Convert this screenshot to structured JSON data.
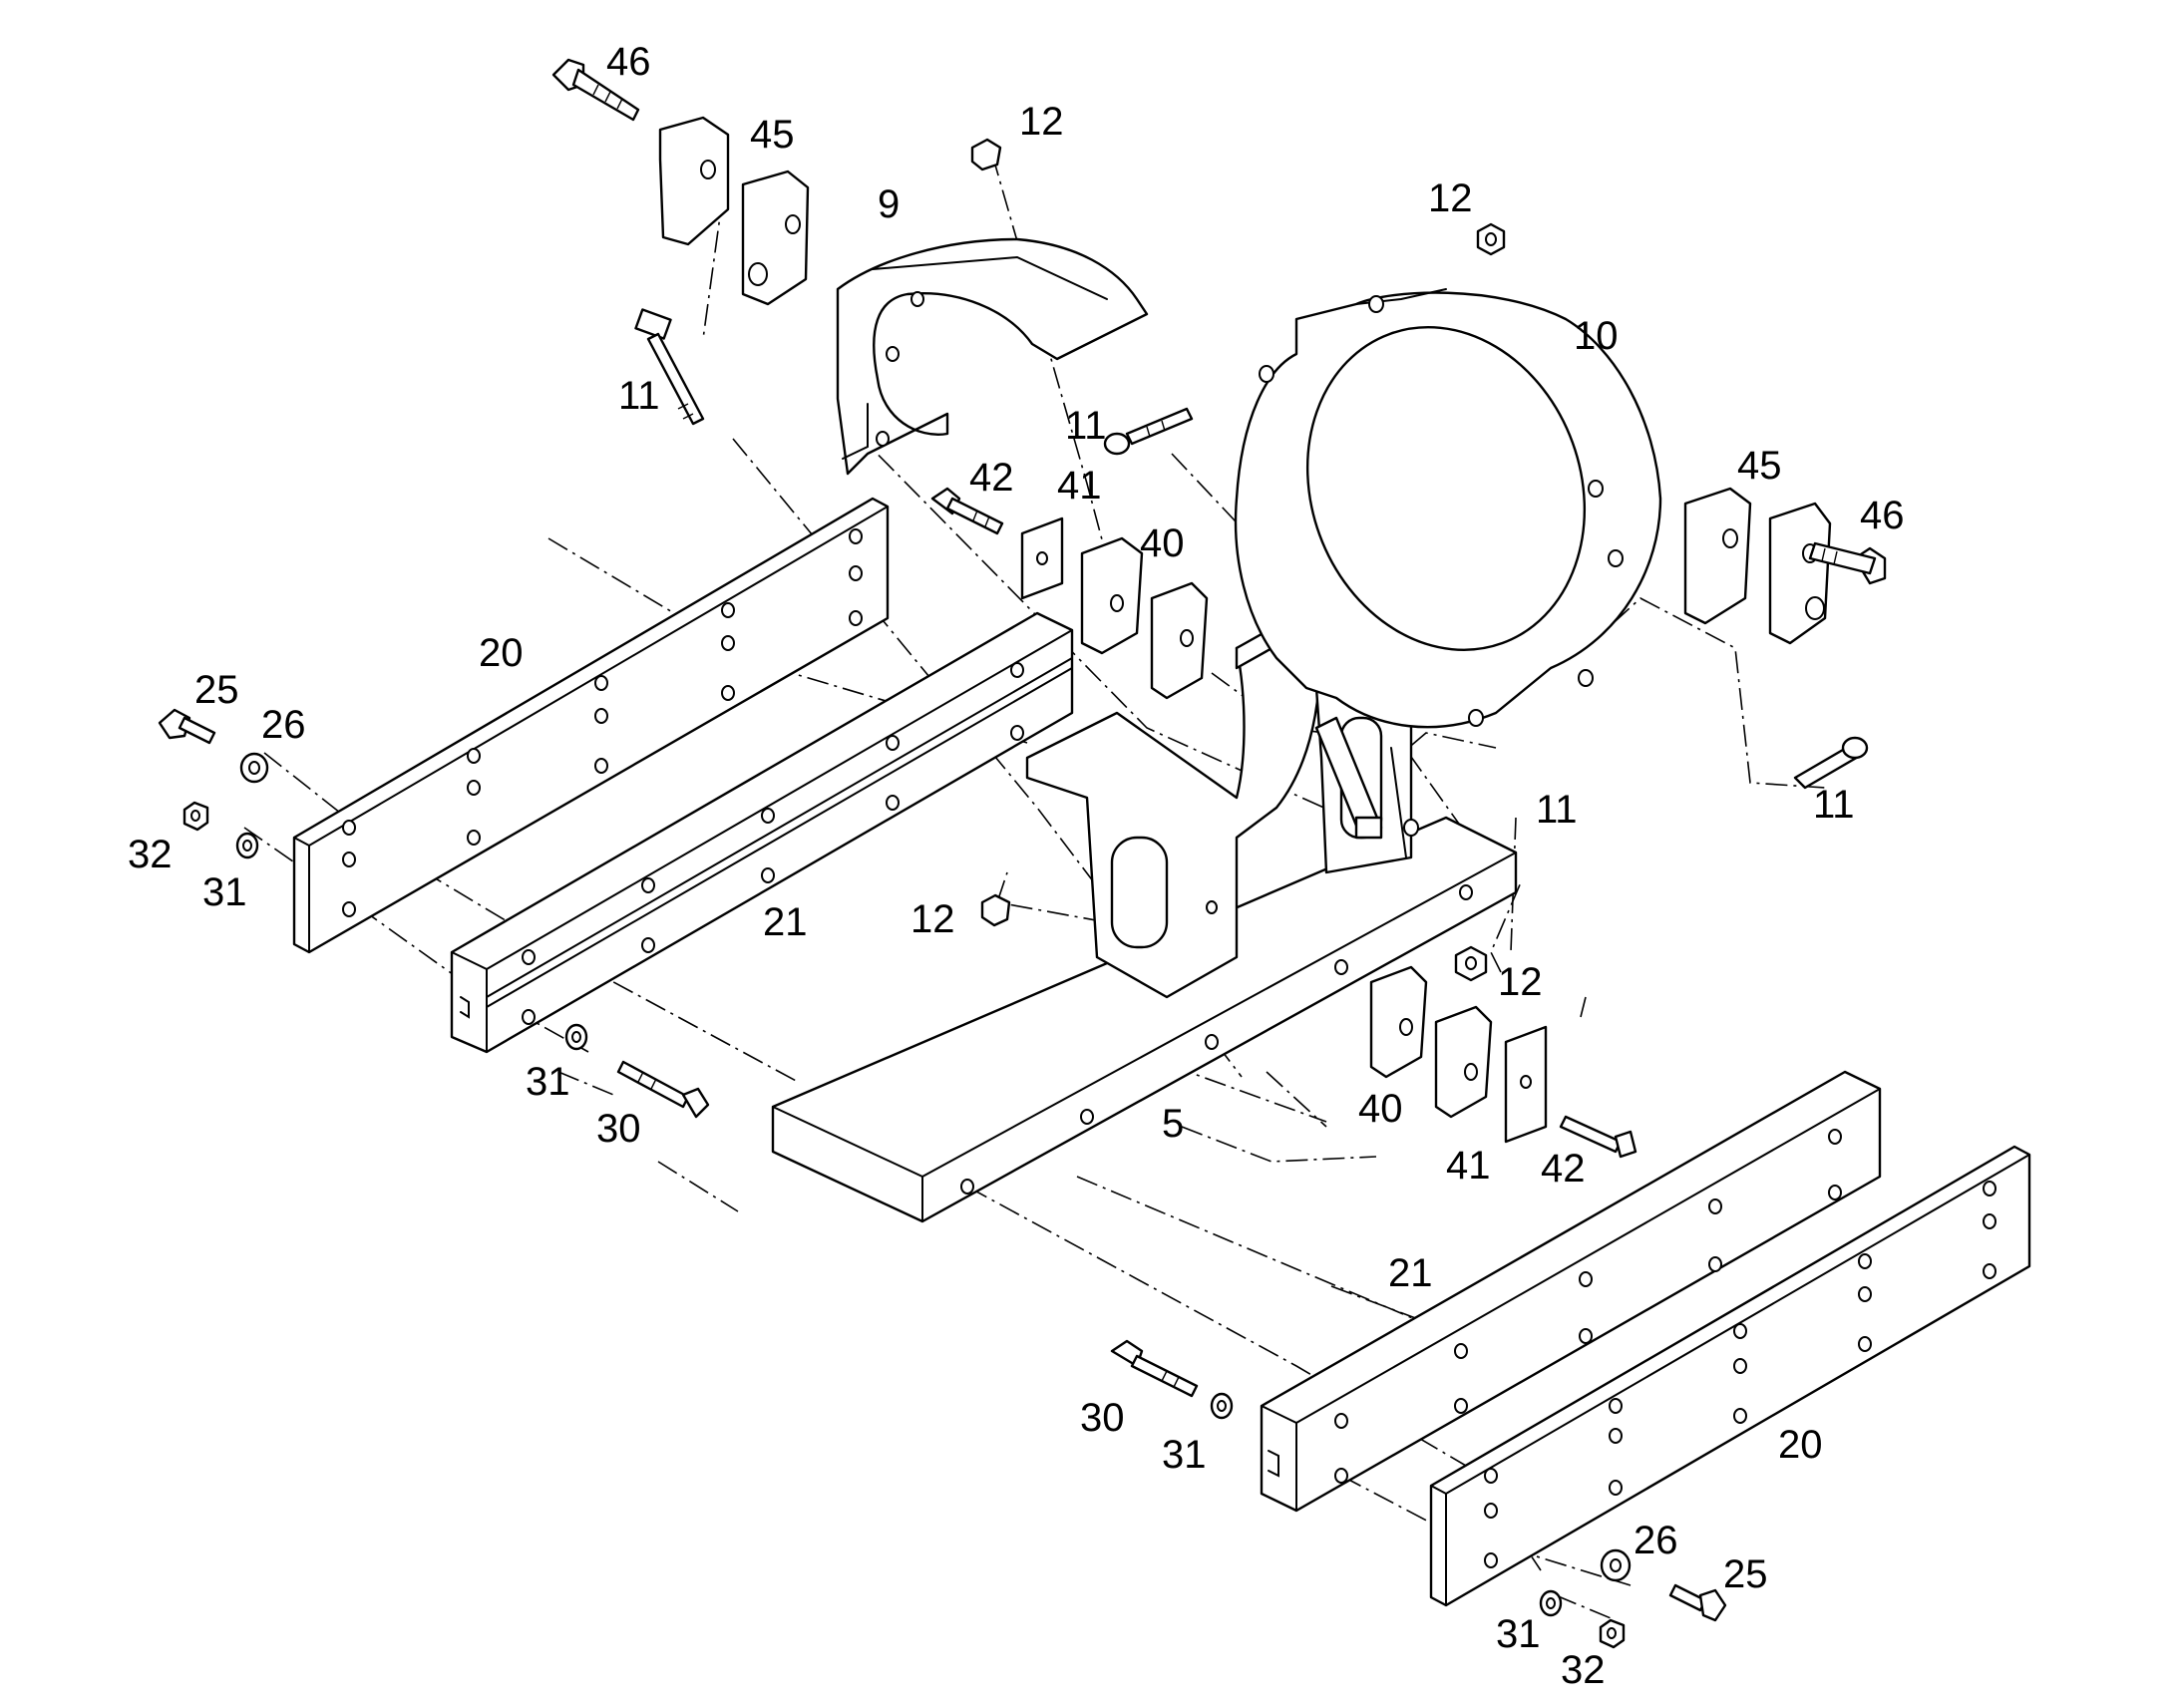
{
  "diagram": {
    "type": "exploded-parts-diagram",
    "colors": {
      "line": "#000000",
      "background": "#ffffff"
    },
    "callouts": {
      "c46_top": "46",
      "c45_top": "45",
      "c12_top": "12",
      "c9": "9",
      "c11_upper_left": "11",
      "c12_upper_right": "12",
      "c10": "10",
      "c11_center": "11",
      "c42_upper": "42",
      "c41_upper": "41",
      "c40_upper": "40",
      "c45_right": "45",
      "c46_right": "46",
      "c20_upper": "20",
      "c25_upper": "25",
      "c26_upper": "26",
      "c32_upper": "32",
      "c31_upper": "31",
      "c21_upper": "21",
      "c12_mid_left": "12",
      "c11_mid": "11",
      "c11_right": "11",
      "c12_mid_right": "12",
      "c31_mid": "31",
      "c30_mid": "30",
      "c5": "5",
      "c40_lower": "40",
      "c41_lower": "41",
      "c42_lower": "42",
      "c21_lower": "21",
      "c30_lower": "30",
      "c31_lower": "31",
      "c20_lower": "20",
      "c26_lower": "26",
      "c25_lower": "25",
      "c31_bottom": "31",
      "c32_bottom": "32"
    }
  }
}
